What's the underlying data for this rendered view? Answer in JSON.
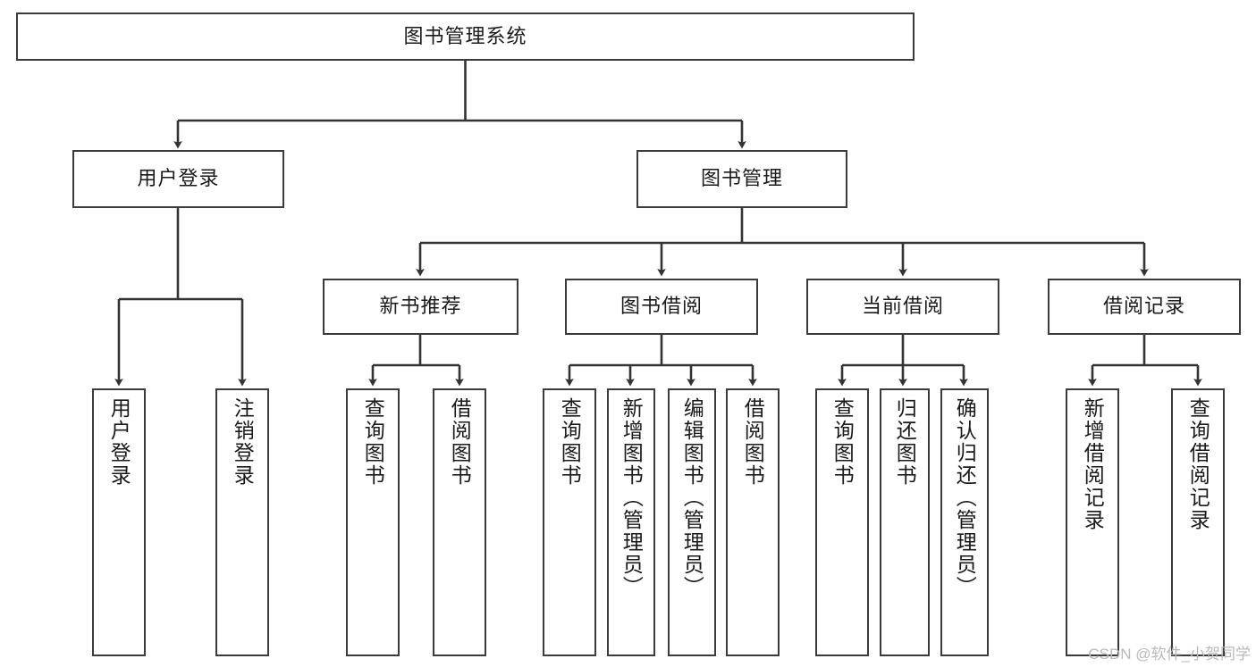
{
  "diagram": {
    "title": "图书管理系统",
    "watermark": "CSDN @软件_小贺同学",
    "colors": {
      "box_border": "#3b3b3b",
      "box_fill": "#ffffff",
      "line": "#333333",
      "text": "#1a1a1a",
      "watermark": "#b9b9b9"
    },
    "root": {
      "label": "图书管理系统"
    },
    "level2": [
      {
        "label": "用户登录"
      },
      {
        "label": "图书管理"
      }
    ],
    "level3": [
      {
        "label": "新书推荐"
      },
      {
        "label": "图书借阅"
      },
      {
        "label": "当前借阅"
      },
      {
        "label": "借阅记录"
      }
    ],
    "leaves": {
      "user_login": [
        {
          "label": "用户登录"
        },
        {
          "label": "注销登录"
        }
      ],
      "new_book_recommend": [
        {
          "label": "查询图书"
        },
        {
          "label": "借阅图书"
        }
      ],
      "book_borrow": [
        {
          "label": "查询图书"
        },
        {
          "label": "新增图书（管理员）"
        },
        {
          "label": "编辑图书（管理员）"
        },
        {
          "label": "借阅图书"
        }
      ],
      "current_borrow": [
        {
          "label": "查询图书"
        },
        {
          "label": "归还图书"
        },
        {
          "label": "确认归还（管理员）"
        }
      ],
      "borrow_record": [
        {
          "label": "新增借阅记录"
        },
        {
          "label": "查询借阅记录"
        }
      ]
    }
  }
}
